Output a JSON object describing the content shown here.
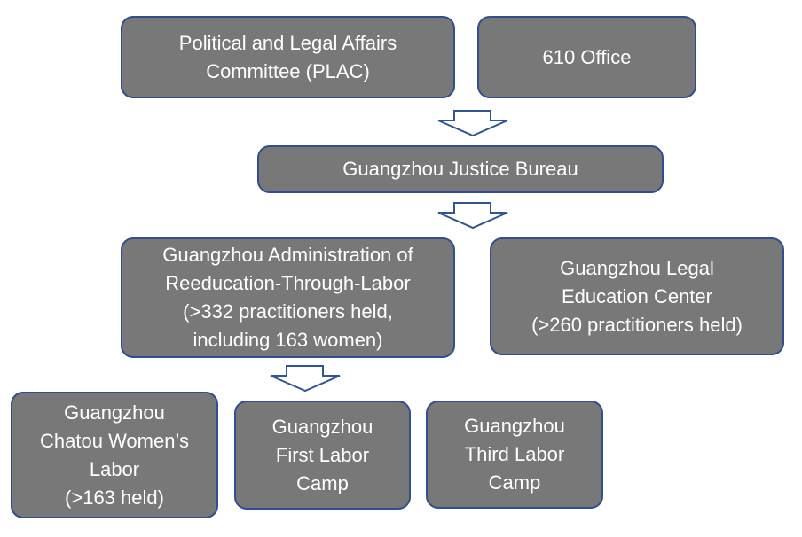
{
  "diagram": {
    "plac": {
      "lines": [
        "Political and Legal Affairs",
        "Committee (PLAC)"
      ]
    },
    "office_610": {
      "lines": [
        "610 Office"
      ]
    },
    "justice_bureau": {
      "lines": [
        "Guangzhou Justice Bureau"
      ]
    },
    "rtl_administration": {
      "lines": [
        "Guangzhou Administration of",
        "Reeducation-Through-Labor",
        "(>332 practitioners held,",
        "including 163 women)"
      ]
    },
    "legal_education_center": {
      "lines": [
        "Guangzhou Legal",
        "Education Center",
        "(>260 practitioners held)"
      ]
    },
    "chatou_womens_labor": {
      "lines": [
        "Guangzhou",
        "Chatou Women’s",
        "Labor",
        "(>163 held)"
      ]
    },
    "first_labor_camp": {
      "lines": [
        "Guangzhou",
        "First Labor",
        "Camp"
      ]
    },
    "third_labor_camp": {
      "lines": [
        "Guangzhou",
        "Third Labor",
        "Camp"
      ]
    }
  },
  "colors": {
    "box_fill": "#787878",
    "box_border": "#2f4f8f",
    "arrow_stroke": "#2f5597",
    "text": "#ffffff"
  }
}
